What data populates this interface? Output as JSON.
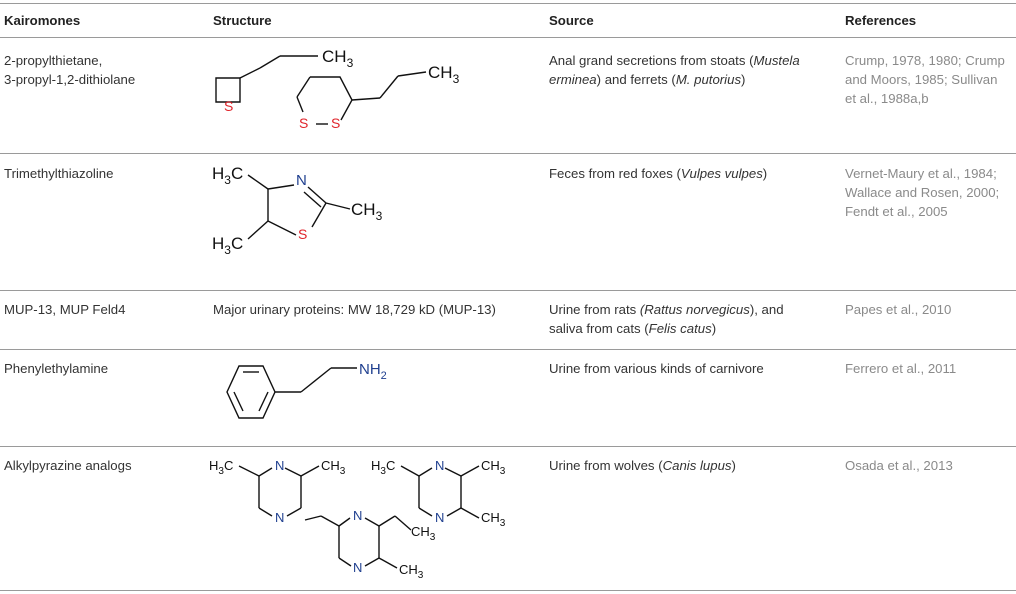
{
  "headers": {
    "kairomones": "Kairomones",
    "structure": "Structure",
    "source": "Source",
    "references": "References"
  },
  "rows": [
    {
      "kairomone": "2-propylthietane,\n3-propyl-1,2-dithiolane",
      "source_parts": [
        "Anal grand secretions from stoats (",
        "Mustela\nerminea",
        ") and ferrets (",
        "M. putorius",
        ")"
      ],
      "references": "Crump, 1978, 1980; Crump\nand Moors, 1985; Sullivan\net al., 1988a,b",
      "structure_labels": {
        "ch3_a": "CH",
        "sub3": "3",
        "s1": "S",
        "ch3_b": "CH",
        "s2": "S",
        "s3": "S"
      }
    },
    {
      "kairomone": "Trimethylthiazoline",
      "source_parts": [
        "Feces from red foxes (",
        "Vulpes vulpes",
        ")"
      ],
      "references": "Vernet-Maury et al., 1984;\nWallace and Rosen, 2000;\nFendt et al., 2005",
      "structure_labels": {
        "h": "H",
        "c": "C",
        "n": "N",
        "s": "S",
        "ch": "CH",
        "sub3": "3"
      }
    },
    {
      "kairomone": "MUP-13, MUP Feld4",
      "structure_text": "Major urinary proteins: MW 18,729 kD (MUP-13)",
      "source_parts": [
        "Urine from rats ",
        "(Rattus norvegicus",
        "), and\nsaliva from cats (",
        "Felis catus",
        ")"
      ],
      "references": "Papes et al., 2010"
    },
    {
      "kairomone": "Phenylethylamine",
      "source_parts": [
        "Urine from various kinds of carnivore"
      ],
      "references": "Ferrero et al., 2011",
      "structure_labels": {
        "nh": "NH",
        "sub2": "2"
      }
    },
    {
      "kairomone": "Alkylpyrazine analogs",
      "source_parts": [
        "Urine from wolves (",
        "Canis lupus",
        ")"
      ],
      "references": "Osada et al., 2013",
      "structure_labels": {
        "h": "H",
        "c": "C",
        "n": "N",
        "ch": "CH",
        "sub3": "3"
      }
    }
  ],
  "colors": {
    "text": "#333333",
    "reference": "#8a8a8a",
    "sulfur": "#e0242b",
    "nitrogen": "#1f3f8f",
    "rule": "#9a9a9a"
  }
}
